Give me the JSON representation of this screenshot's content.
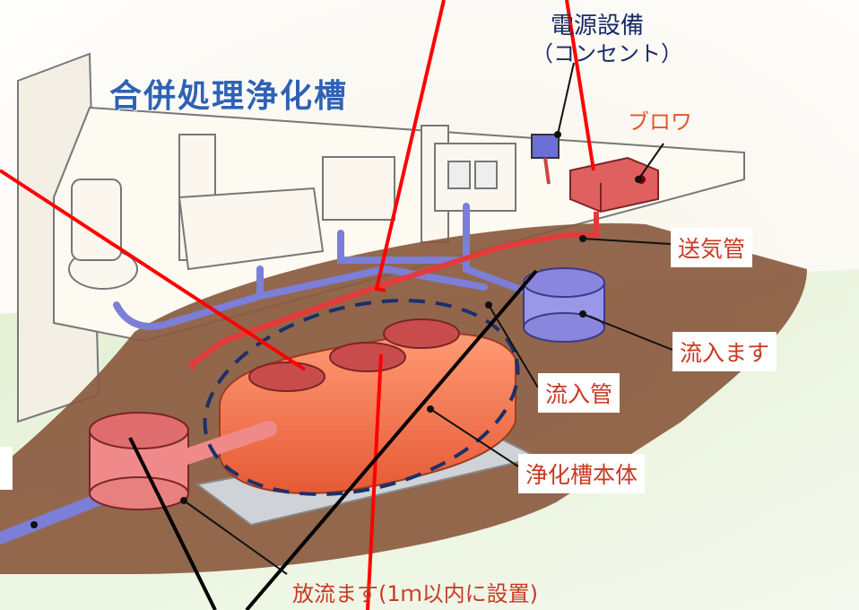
{
  "title": "合併処理浄化槽",
  "labels": {
    "power_supply": "電源設備",
    "power_supply_sub": "（コンセント）",
    "blower": "ブロワ",
    "air_pipe": "送気管",
    "inlet_box": "流入ます",
    "inlet_pipe": "流入管",
    "tank_body": "浄化槽本体",
    "outlet_box": "放流ます(1ｍ以内に設置)"
  },
  "colors": {
    "title": "#2f62b3",
    "label_text": "#c83a22",
    "annotation_red": "#ff0000",
    "annotation_black": "#000000",
    "dashed_outline": "#1c2f6b",
    "tank": "#f27a55",
    "pipe_blue": "#7b7fd8",
    "soil": "#8a5a3f"
  }
}
